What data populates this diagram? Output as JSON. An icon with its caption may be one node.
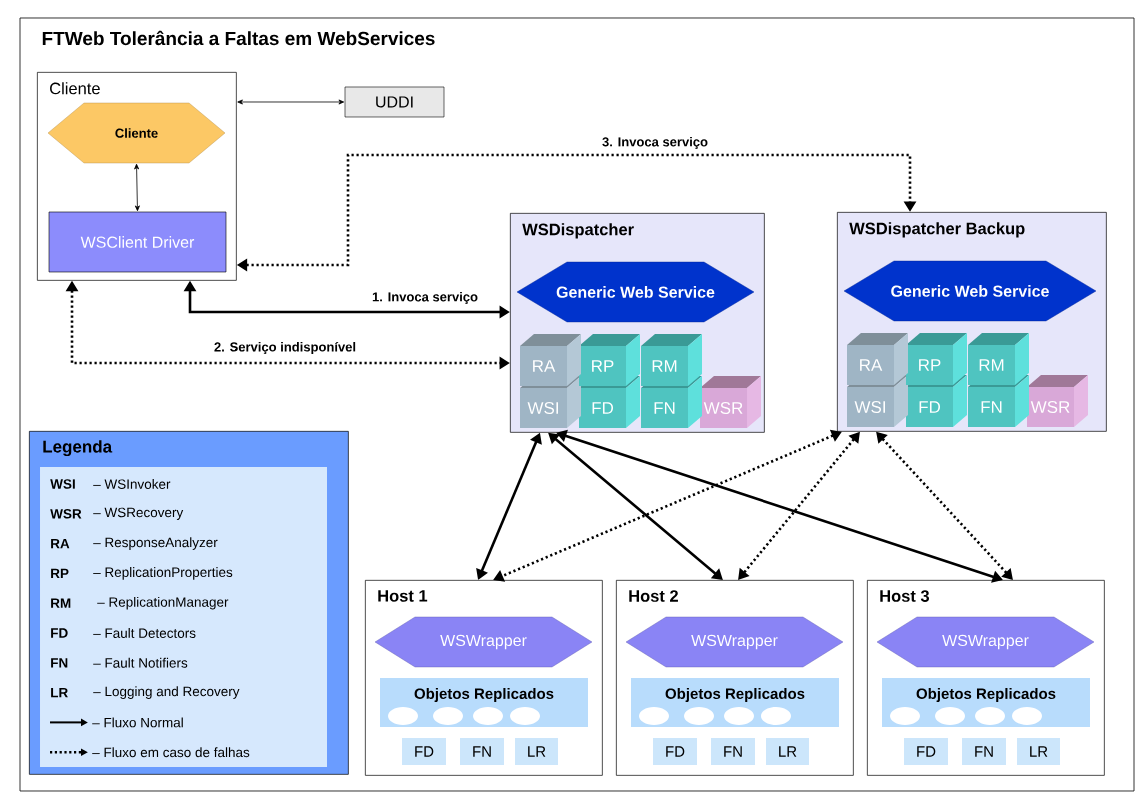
{
  "diagram": {
    "title": "FTWeb Tolerância a Faltas em WebServices",
    "nodes": [
      {
        "text": [
          "Cliente"
        ]
      },
      {
        "text": [
          "Cliente"
        ],
        "in": 0
      },
      {
        "text": [
          "WSClient Driver"
        ],
        "in": 0
      },
      {
        "text": [
          "UDDI"
        ]
      },
      {
        "text": [
          "WSDispatcher"
        ]
      },
      {
        "text": [
          "Generic Web Service"
        ],
        "in": 4
      },
      {
        "text": [
          "RA"
        ],
        "in": 4
      },
      {
        "text": [
          "RP"
        ],
        "in": 4
      },
      {
        "text": [
          "RM"
        ],
        "in": 4
      },
      {
        "text": [
          "WSI"
        ],
        "in": 4
      },
      {
        "text": [
          "FD"
        ],
        "in": 4
      },
      {
        "text": [
          "FN"
        ],
        "in": 4
      },
      {
        "text": [
          "WSR"
        ],
        "in": 4
      },
      {
        "text": [
          "WSDispatcher Backup"
        ]
      },
      {
        "text": [
          "Generic Web Service"
        ],
        "in": 13
      },
      {
        "text": [
          "RA"
        ],
        "in": 13
      },
      {
        "text": [
          "RP"
        ],
        "in": 13
      },
      {
        "text": [
          "RM"
        ],
        "in": 13
      },
      {
        "text": [
          "WSI"
        ],
        "in": 13
      },
      {
        "text": [
          "FD"
        ],
        "in": 13
      },
      {
        "text": [
          "FN"
        ],
        "in": 13
      },
      {
        "text": [
          "WSR"
        ],
        "in": 13
      },
      {
        "text": [
          "Legenda"
        ]
      },
      {
        "text": [
          "Host 1"
        ]
      },
      {
        "text": [
          "WSWrapper"
        ],
        "in": 23
      },
      {
        "text": [
          "Objetos Replicados"
        ],
        "in": 23
      },
      {
        "text": [
          "FD"
        ],
        "in": 23
      },
      {
        "text": [
          "FN"
        ],
        "in": 23
      },
      {
        "text": [
          "LR"
        ],
        "in": 23
      },
      {
        "text": [
          "Host 2"
        ]
      },
      {
        "text": [
          "WSWrapper"
        ],
        "in": 29
      },
      {
        "text": [
          "Objetos Replicados"
        ],
        "in": 29
      },
      {
        "text": [
          "FD"
        ],
        "in": 29
      },
      {
        "text": [
          "FN"
        ],
        "in": 29
      },
      {
        "text": [
          "LR"
        ],
        "in": 29
      },
      {
        "text": [
          "Host 3"
        ]
      },
      {
        "text": [
          "WSWrapper"
        ],
        "in": 35
      },
      {
        "text": [
          "Objetos Replicados"
        ],
        "in": 35
      },
      {
        "text": [
          "FD"
        ],
        "in": 35
      },
      {
        "text": [
          "FN"
        ],
        "in": 35
      },
      {
        "text": [
          "LR"
        ],
        "in": 35
      }
    ],
    "edges": [
      {
        "from": 0,
        "to": 3,
        "arrow": "both"
      },
      {
        "from": 1,
        "to": 2,
        "arrow": "both"
      },
      {
        "from": 0,
        "to": 13,
        "arrow": "both",
        "label": "3. Invoca serviço",
        "style": "dashed"
      },
      {
        "from": 0,
        "to": 4,
        "arrow": "both",
        "label": "1. Invoca serviço"
      },
      {
        "from": 0,
        "to": 4,
        "arrow": "both",
        "label": "2. Serviço indisponível",
        "style": "dashed"
      },
      {
        "from": 4,
        "to": 23,
        "arrow": "both"
      },
      {
        "from": 4,
        "to": 29,
        "arrow": "both"
      },
      {
        "from": 4,
        "to": 35,
        "arrow": "both"
      },
      {
        "from": 13,
        "to": 23,
        "arrow": "both",
        "style": "dashed"
      },
      {
        "from": 13,
        "to": 29,
        "arrow": "both",
        "style": "dashed"
      },
      {
        "from": 13,
        "to": 35,
        "arrow": "both",
        "style": "dashed"
      }
    ],
    "labels": [
      "WSI",
      "– WSInvoker",
      "WSR",
      "– WSRecovery",
      "RA",
      "– ResponseAnalyzer",
      "RP",
      "– ReplicationProperties",
      "RM",
      "– ReplicationManager",
      "FD",
      "– Fault Detectors",
      "FN",
      "– Fault Notifiers",
      "LR",
      "– Logging and Recovery"
    ],
    "legend": [
      {
        "text": "– Fluxo Normal"
      },
      {
        "text": "– Fluxo em caso de falhas"
      }
    ]
  }
}
